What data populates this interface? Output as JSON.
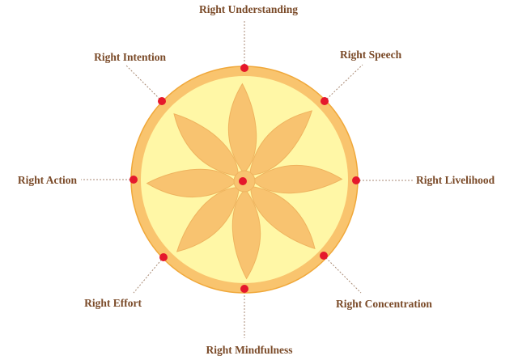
{
  "diagram": {
    "labels": {
      "top": "Right Understanding",
      "top_right": "Right Speech",
      "right": "Right Livelihood",
      "bottom_right": "Right Concentration",
      "bottom": "Right Mindfulness",
      "bottom_left": "Right Effort",
      "left": "Right Action",
      "top_left": "Right Intention"
    },
    "colors": {
      "rim": "#f9c46e",
      "rim_stroke": "#f0a83a",
      "inner_disc": "#fff7a6",
      "petal": "#f8c370",
      "petal_stroke": "#efb35e",
      "node": "#e5172c",
      "connector": "#a98a74",
      "label": "#7a4a28"
    },
    "icons": {
      "center": "wheel-hub-icon",
      "petals": "lotus-petal-icon"
    }
  }
}
